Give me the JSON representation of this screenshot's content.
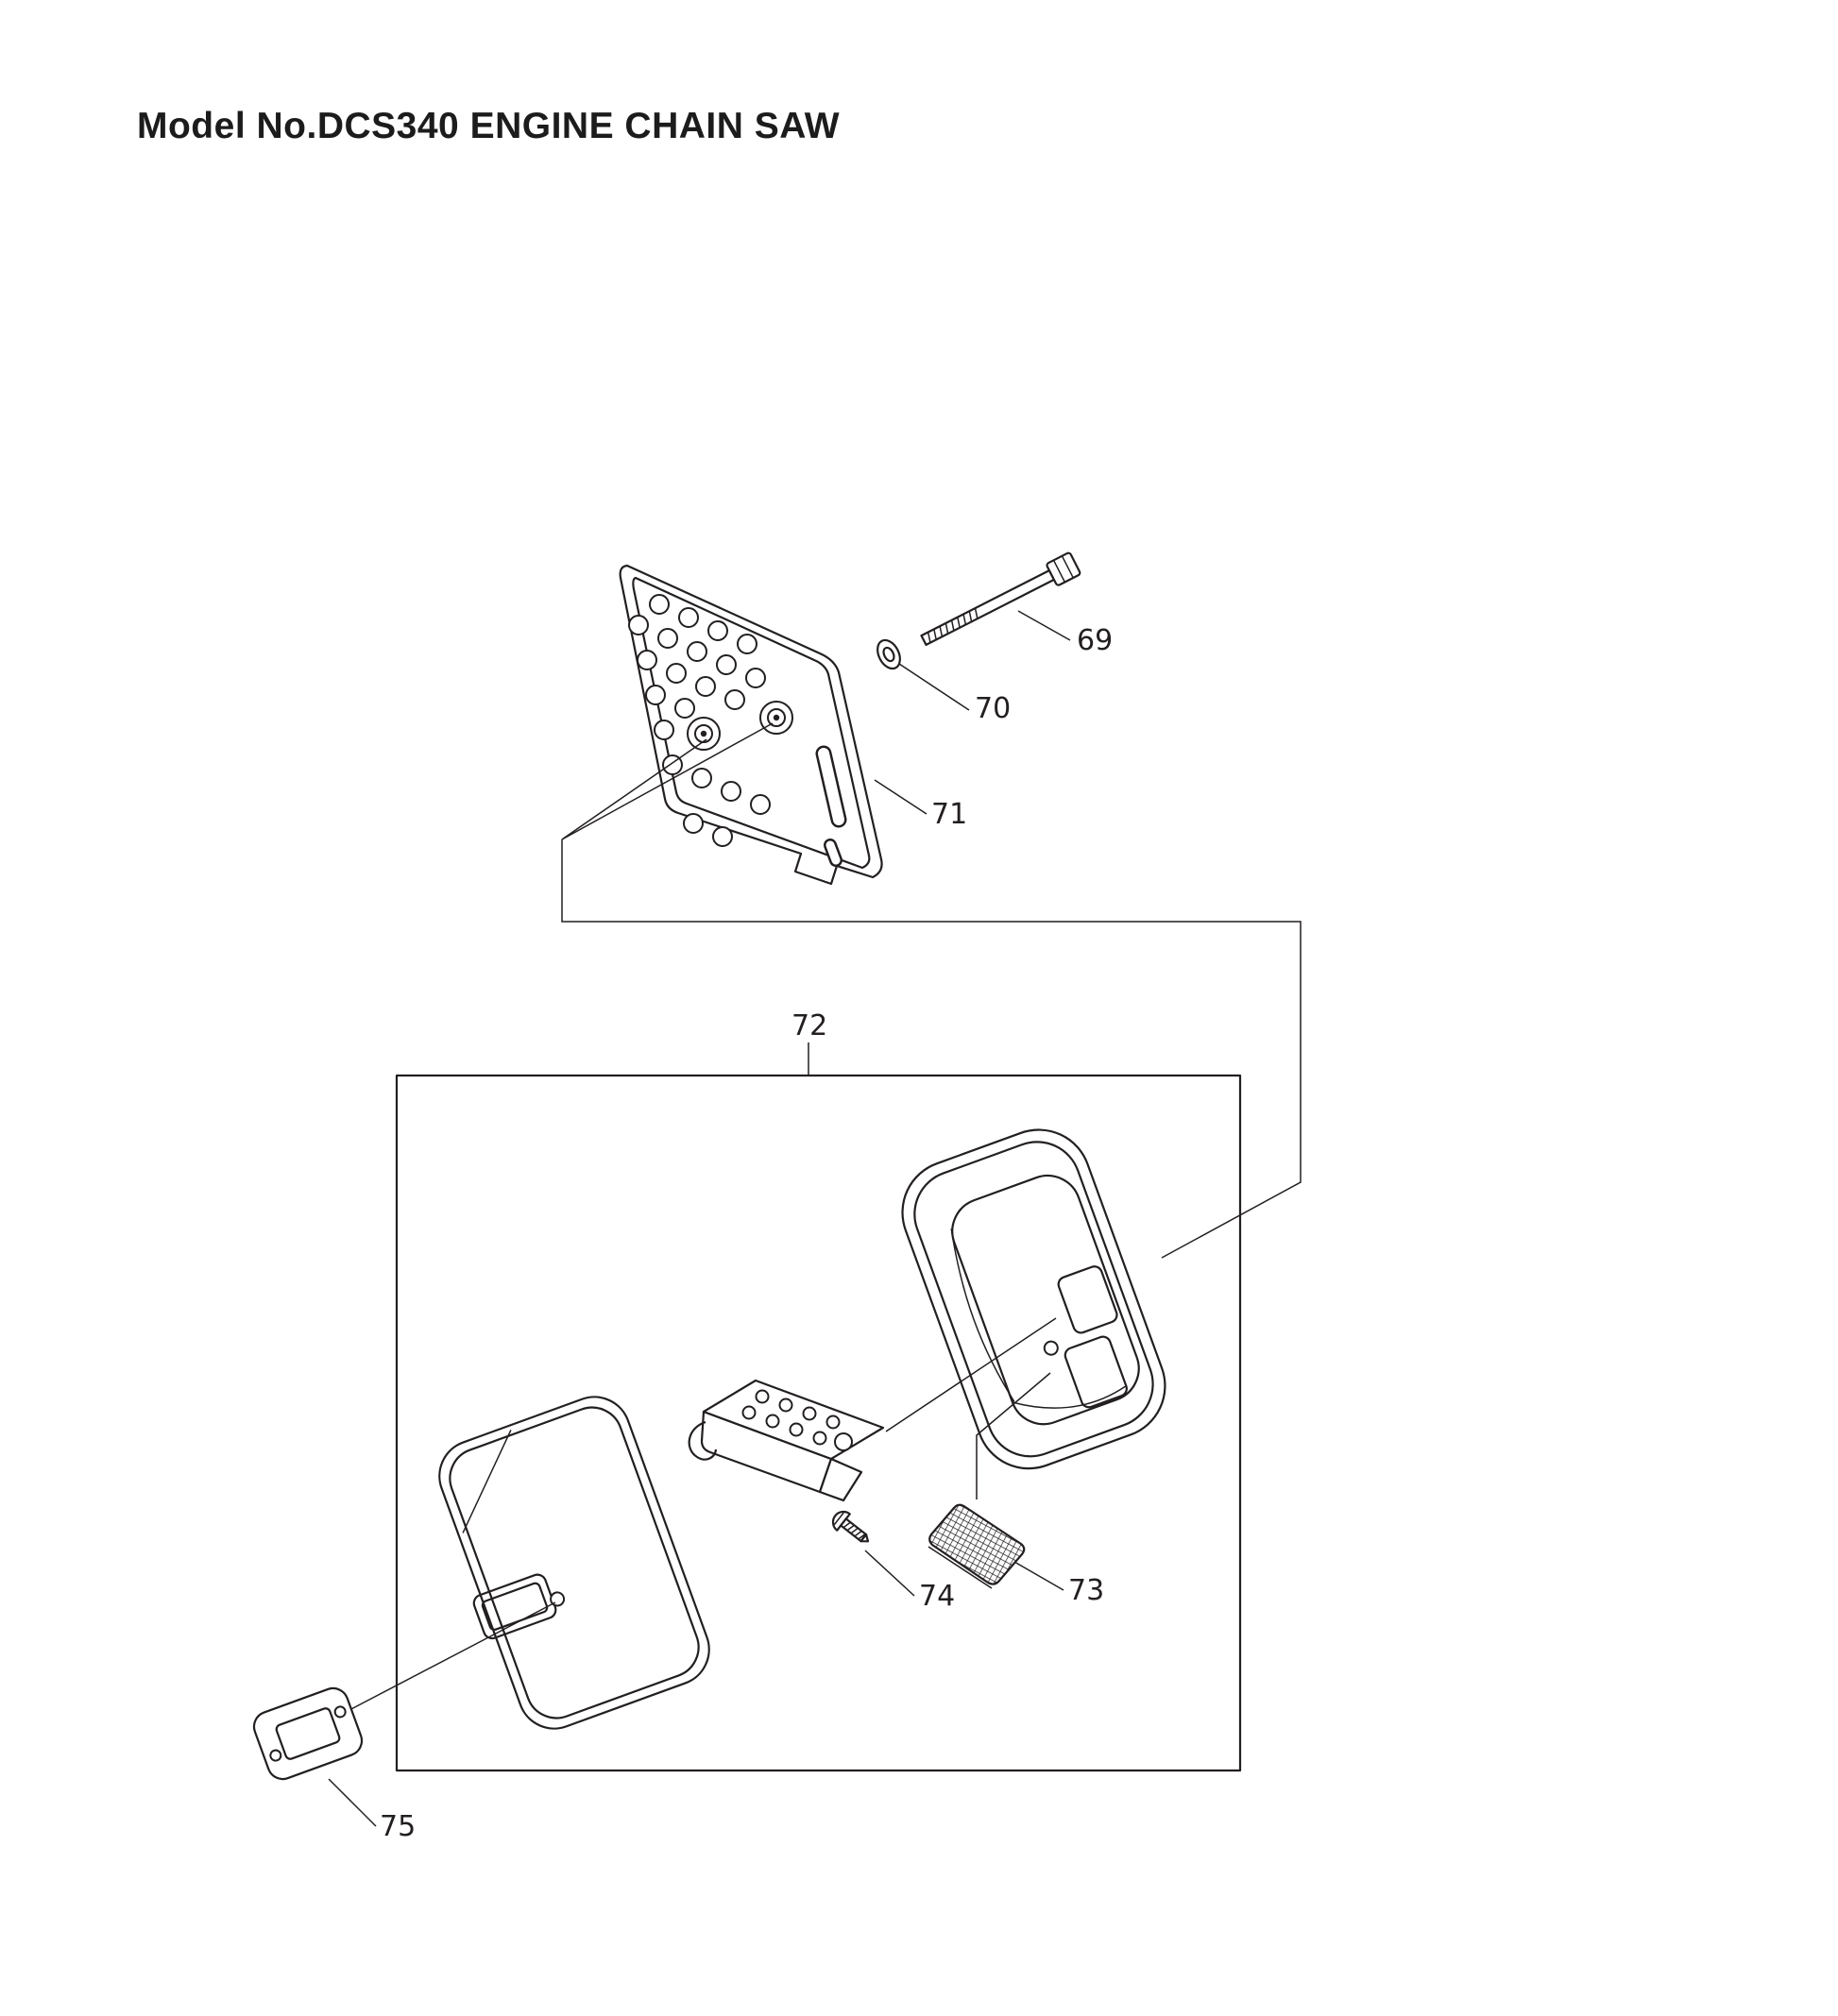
{
  "page": {
    "title": "Model No.DCS340 ENGINE CHAIN SAW",
    "background": "#ffffff",
    "line_color": "#231f20"
  },
  "diagram": {
    "type": "exploded-parts-diagram",
    "callouts": [
      {
        "ref": "69"
      },
      {
        "ref": "70"
      },
      {
        "ref": "71"
      },
      {
        "ref": "72"
      },
      {
        "ref": "73"
      },
      {
        "ref": "74"
      },
      {
        "ref": "75"
      }
    ]
  }
}
